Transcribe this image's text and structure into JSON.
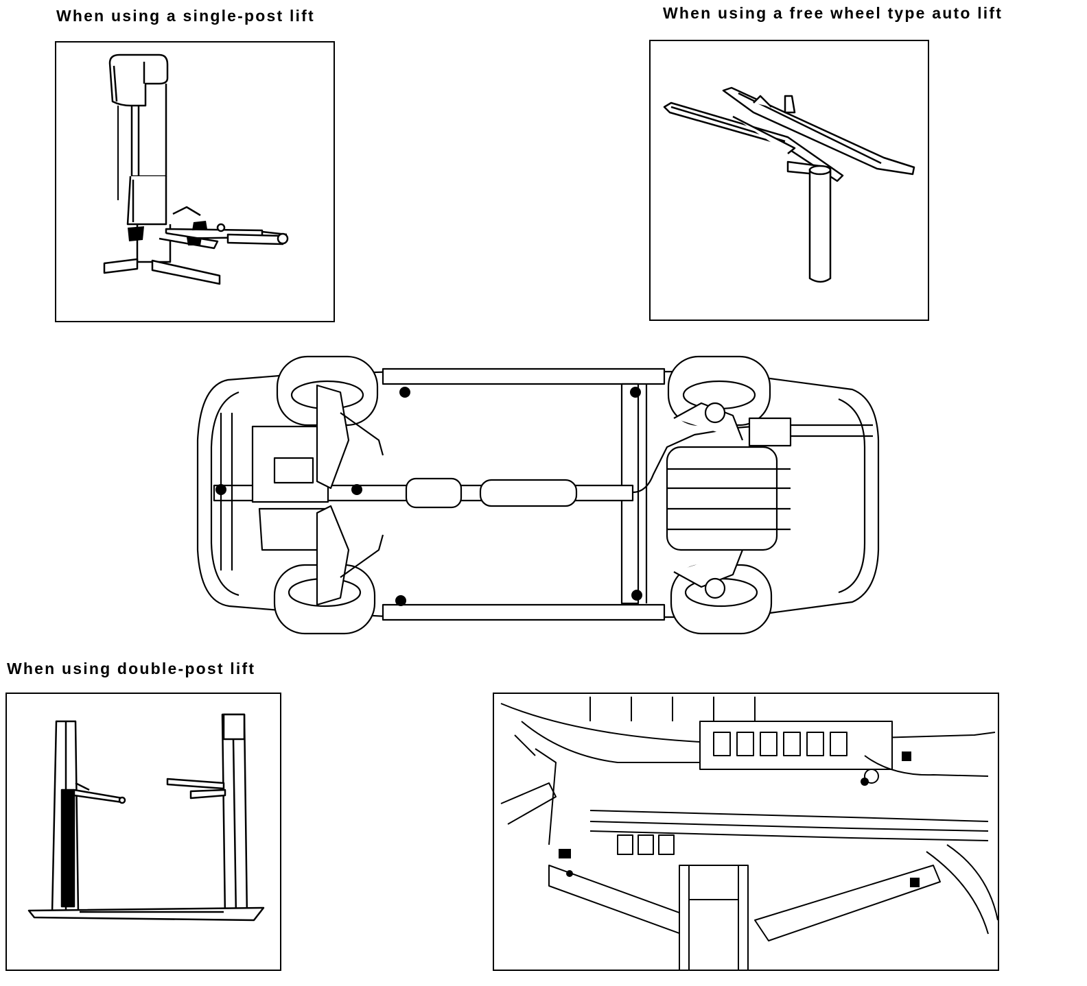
{
  "captions": {
    "single_post": "When using a single-post lift",
    "free_wheel": "When using a free wheel type auto lift",
    "double_post": "When using double-post lift"
  },
  "figures": {
    "single_post_lift": "single-post lift illustration",
    "free_wheel_lift": "free wheel type auto lift illustration",
    "vehicle_underside": "vehicle underside lift points",
    "double_post_lift": "double-post lift illustration",
    "underbody_closeup": "lift arm contact point close-up"
  },
  "colors": {
    "ink": "#000000",
    "paper": "#ffffff"
  }
}
